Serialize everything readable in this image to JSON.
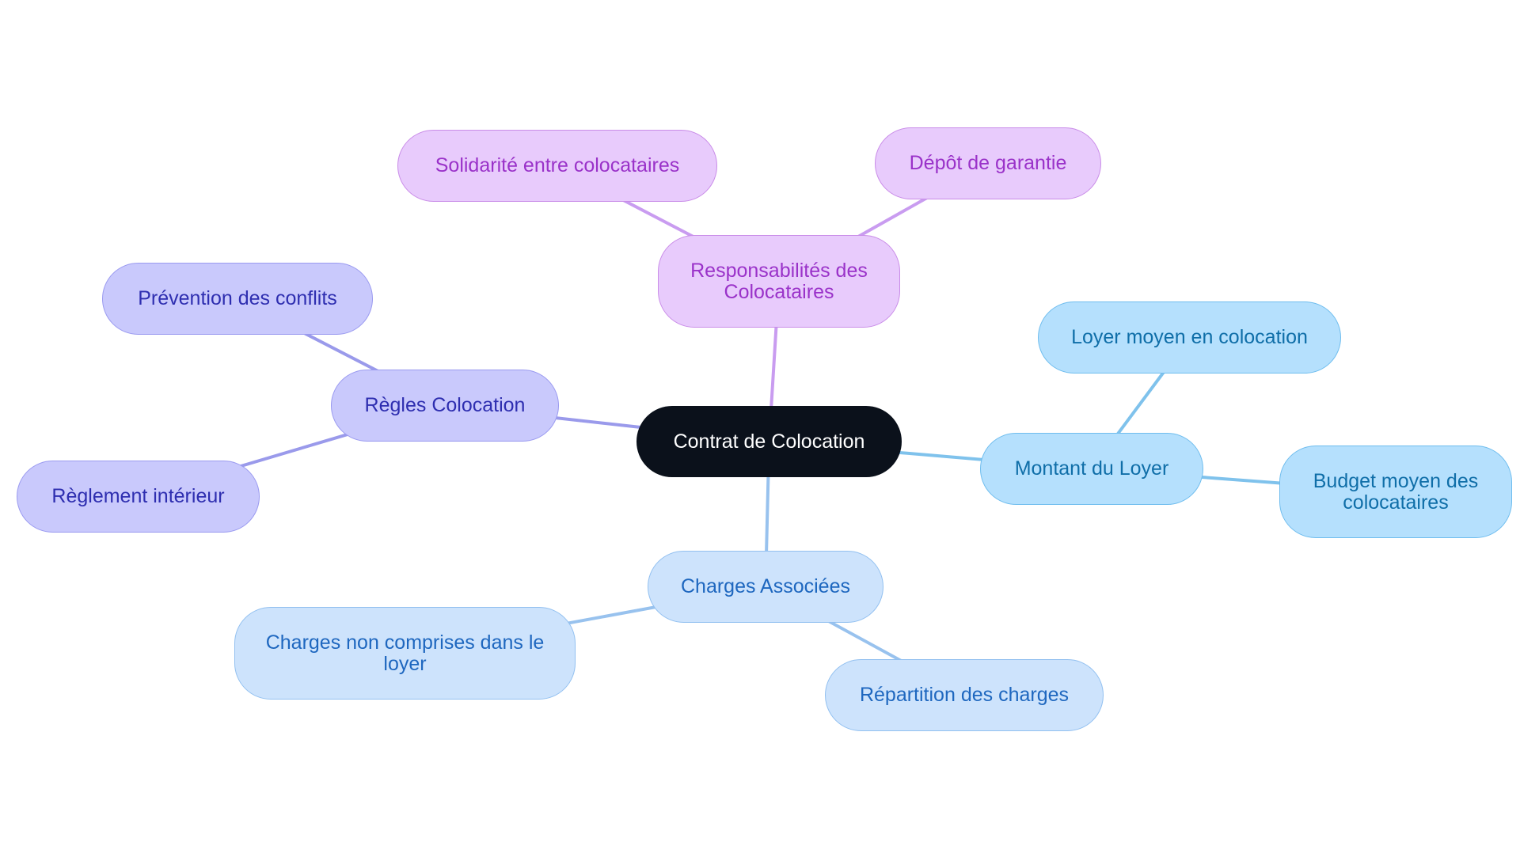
{
  "colors": {
    "background": "#ffffff",
    "center": {
      "fill": "#0b111b",
      "border": "#0b111b",
      "text": "#ffffff"
    },
    "violet": {
      "fill": "#e8cbfc",
      "border": "#c98ce8",
      "text": "#9a32c9",
      "edge": "#c99cf0"
    },
    "indigo": {
      "fill": "#c9c9fc",
      "border": "#9a9af0",
      "text": "#2e2eb0",
      "edge": "#9a9aeb"
    },
    "sky": {
      "fill": "#b5e0fd",
      "border": "#6fbdee",
      "text": "#0f6ea8",
      "edge": "#7fc2ec"
    },
    "azure": {
      "fill": "#cde3fc",
      "border": "#92c0f0",
      "text": "#1e67bf",
      "edge": "#98c2ee"
    }
  },
  "nodes": {
    "center": {
      "label": "Contrat de Colocation",
      "scheme": "center"
    },
    "resp": {
      "label": "Responsabilités des Colocataires",
      "scheme": "violet"
    },
    "solid": {
      "label": "Solidarité entre colocataires",
      "scheme": "violet"
    },
    "depot": {
      "label": "Dépôt de garantie",
      "scheme": "violet"
    },
    "regles": {
      "label": "Règles Colocation",
      "scheme": "indigo"
    },
    "prev": {
      "label": "Prévention des conflits",
      "scheme": "indigo"
    },
    "regl": {
      "label": "Règlement intérieur",
      "scheme": "indigo"
    },
    "montant": {
      "label": "Montant du Loyer",
      "scheme": "sky"
    },
    "loyer": {
      "label": "Loyer moyen en colocation",
      "scheme": "sky"
    },
    "budget": {
      "label": "Budget moyen des colocataires",
      "scheme": "sky"
    },
    "charges": {
      "label": "Charges Associées",
      "scheme": "azure"
    },
    "nonc": {
      "label": "Charges non comprises dans le loyer",
      "scheme": "azure"
    },
    "repart": {
      "label": "Répartition des charges",
      "scheme": "azure"
    }
  },
  "edges": [
    {
      "from": "center",
      "to": "resp",
      "scheme": "violet"
    },
    {
      "from": "resp",
      "to": "solid",
      "scheme": "violet"
    },
    {
      "from": "resp",
      "to": "depot",
      "scheme": "violet"
    },
    {
      "from": "center",
      "to": "regles",
      "scheme": "indigo"
    },
    {
      "from": "regles",
      "to": "prev",
      "scheme": "indigo"
    },
    {
      "from": "regles",
      "to": "regl",
      "scheme": "indigo"
    },
    {
      "from": "center",
      "to": "montant",
      "scheme": "sky"
    },
    {
      "from": "montant",
      "to": "loyer",
      "scheme": "sky"
    },
    {
      "from": "montant",
      "to": "budget",
      "scheme": "sky"
    },
    {
      "from": "center",
      "to": "charges",
      "scheme": "azure"
    },
    {
      "from": "charges",
      "to": "nonc",
      "scheme": "azure"
    },
    {
      "from": "charges",
      "to": "repart",
      "scheme": "azure"
    }
  ]
}
